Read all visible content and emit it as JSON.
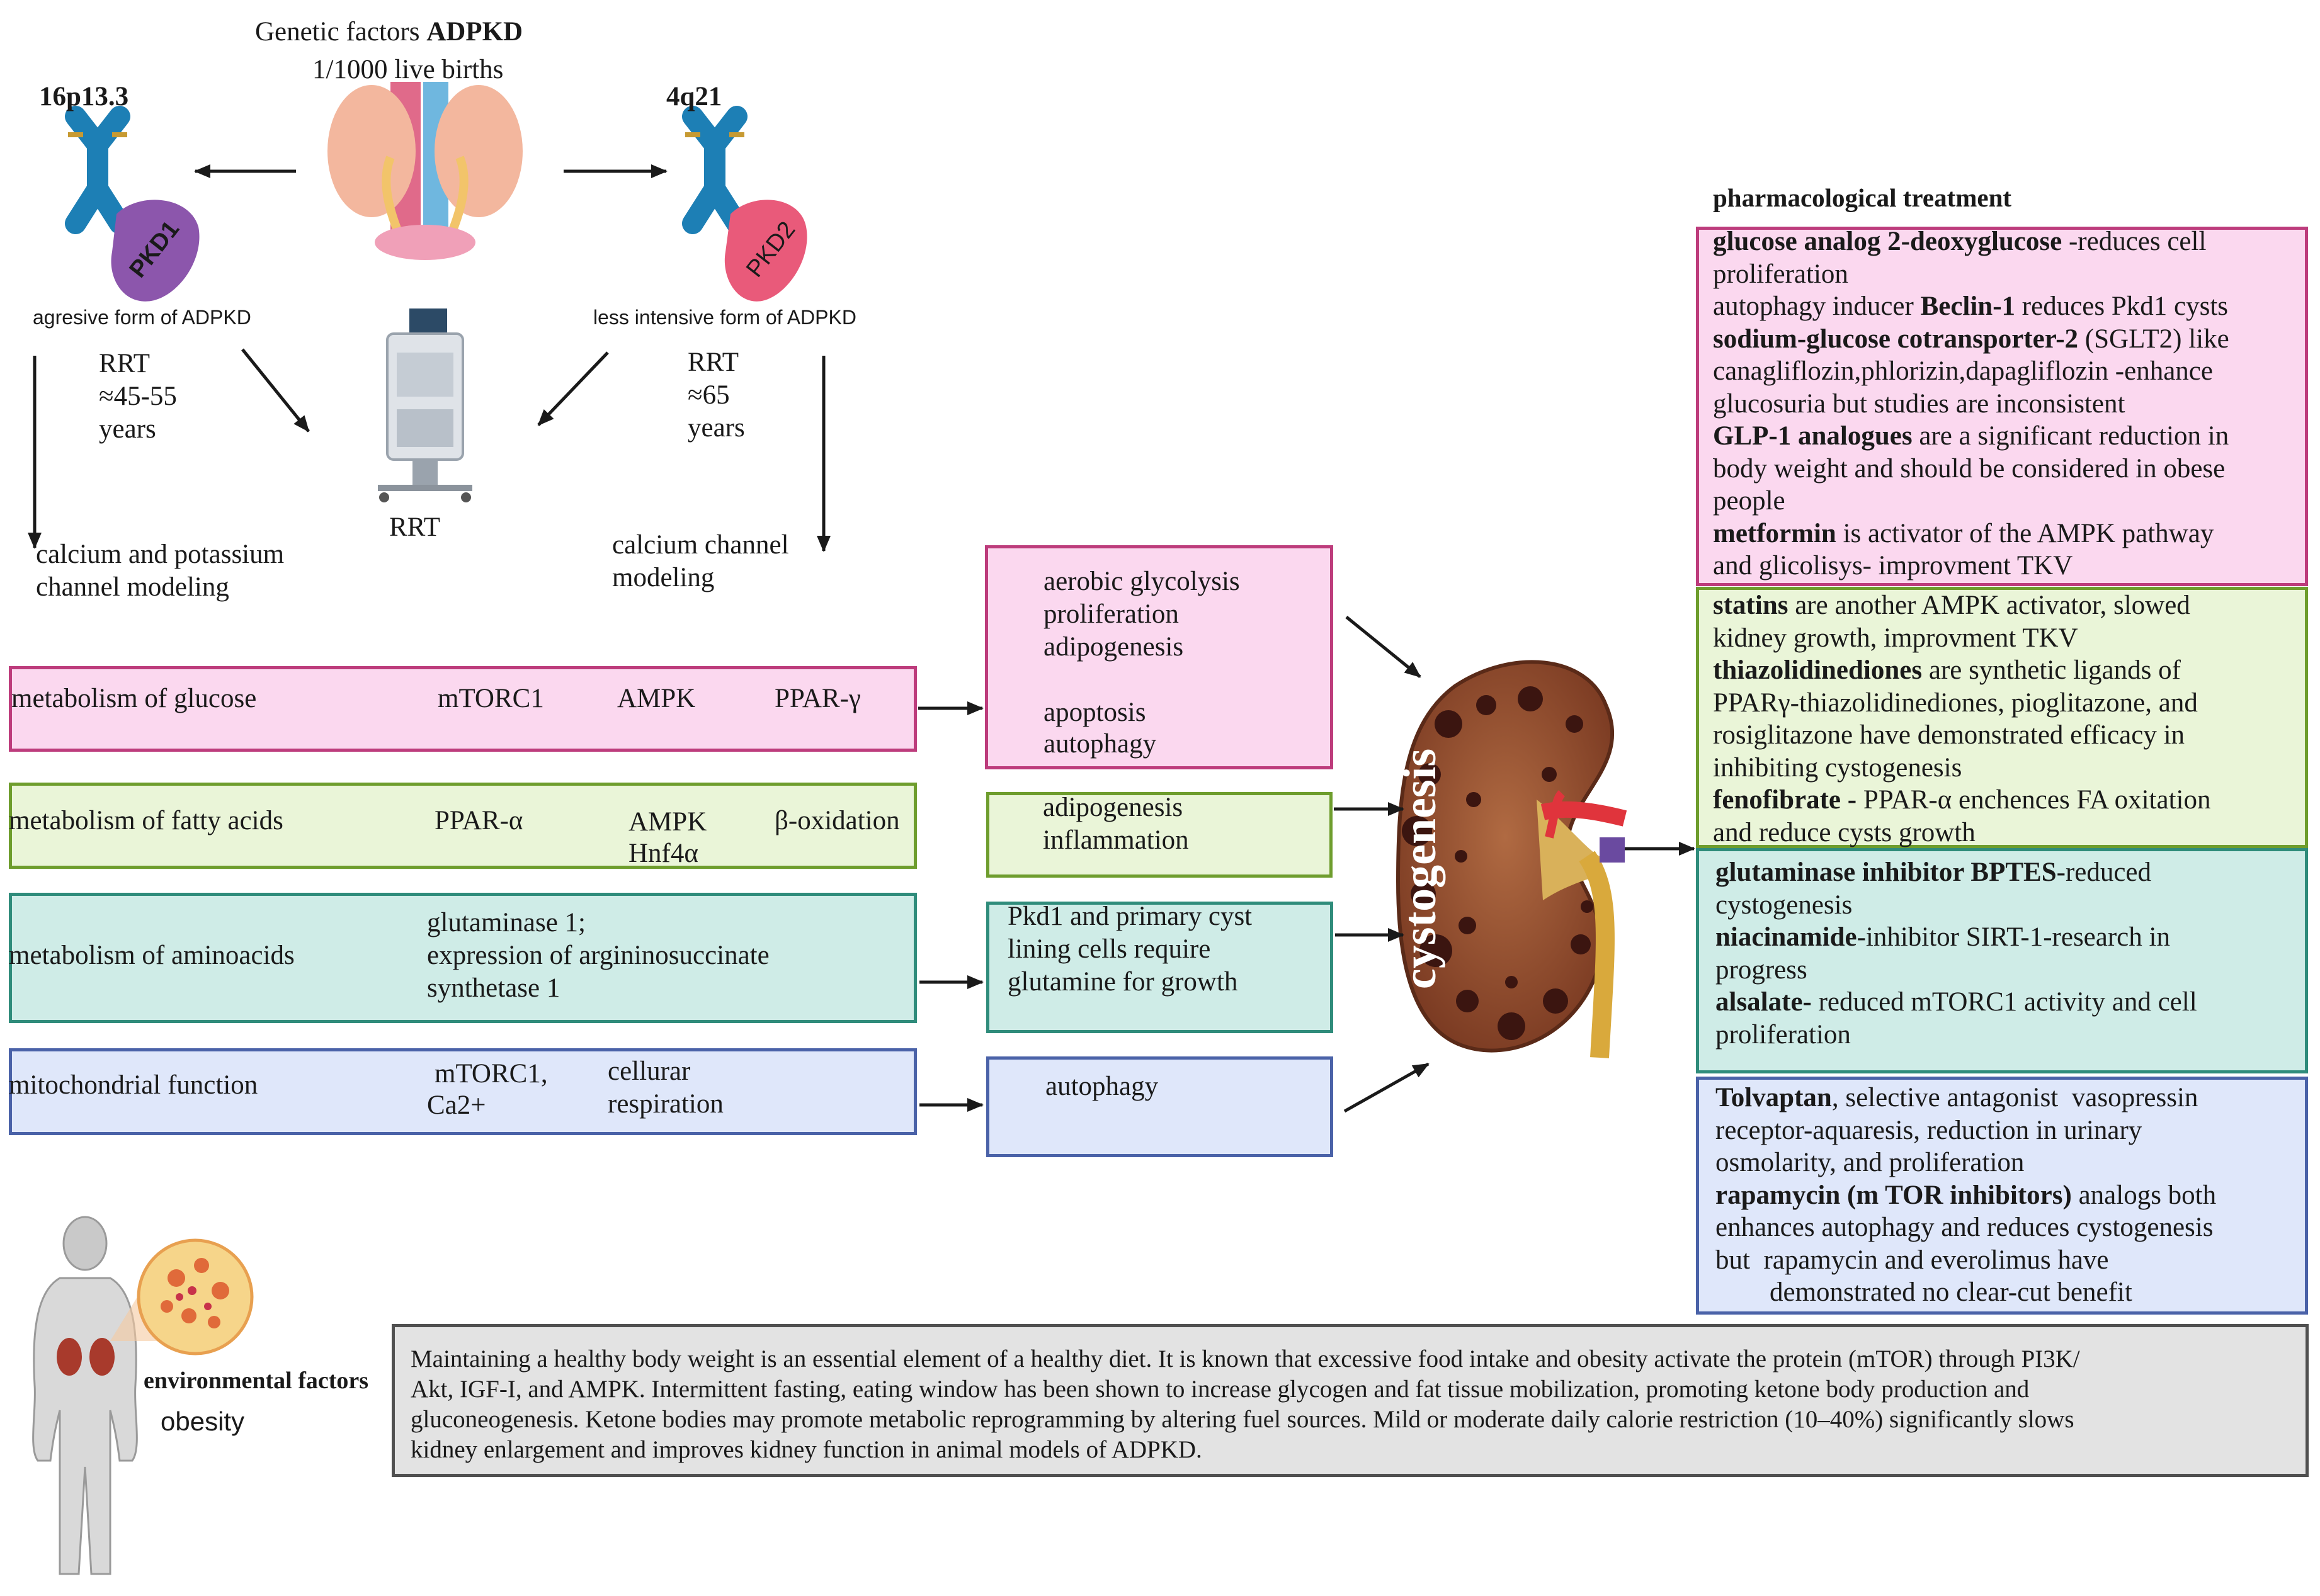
{
  "header": {
    "title_prefix": "Genetic factors ",
    "title_bold": "ADPKD",
    "subtitle": "1/1000 live births"
  },
  "left_branch": {
    "locus": "16p13.3",
    "gene": "PKD1",
    "form": "agresive form of ADPKD",
    "rrt": [
      "RRT",
      "≈45-55",
      "years"
    ],
    "channel": [
      "calcium and potassium",
      "channel modeling"
    ]
  },
  "right_branch": {
    "locus": "4q21",
    "gene": "PKD2",
    "form": "less intensive form of ADPKD",
    "rrt": [
      "RRT",
      "≈65",
      "years"
    ],
    "channel": [
      "calcium channel",
      "modeling"
    ]
  },
  "dialysis_label": "RRT",
  "metabolism": {
    "glucose": {
      "label": "metabolism of glucose",
      "up1": "mTORC1",
      "down": "AMPK",
      "up2": "PPAR-γ"
    },
    "fatty": {
      "label": "metabolism of fatty acids",
      "up1": "PPAR-α",
      "down": [
        "AMPK",
        "Hnf4α"
      ],
      "up2": "β-oxidation"
    },
    "amino": {
      "label": "metabolism of aminoacids",
      "up": "glutaminase 1;",
      "mid": "expression of argininosuccinate",
      "down": "synthetase 1"
    },
    "mito": {
      "label": "mitochondrial function",
      "up": [
        "mTORC1,",
        "Ca2+"
      ],
      "down": [
        "cellurar",
        "respiration"
      ]
    }
  },
  "effects": {
    "glucose_up": [
      "aerobic glycolysis",
      "proliferation",
      "adipogenesis"
    ],
    "glucose_down": [
      "apoptosis",
      "autophagy"
    ],
    "fatty_up": [
      "adipogenesis",
      "inflammation"
    ],
    "amino": [
      "Pkd1 and primary cyst",
      "lining cells  require",
      "glutamine for growth"
    ],
    "mito_down": "autophagy"
  },
  "kidney_label": "cystogenesis",
  "treatment": {
    "heading": "pharmacological treatment",
    "pink": [
      [
        {
          "b": "glucose analog 2-deoxyglucose"
        },
        {
          "t": " -reduces cell"
        }
      ],
      [
        {
          "t": "proliferation"
        }
      ],
      [
        {
          "t": "autophagy inducer "
        },
        {
          "b": "Beclin-1"
        },
        {
          "t": " reduces Pkd1 cysts"
        }
      ],
      [
        {
          "b": "sodium-glucose cotransporter-2"
        },
        {
          "t": " (SGLT2) like"
        }
      ],
      [
        {
          "t": "canagliflozin,phlorizin,dapagliflozin -enhance"
        }
      ],
      [
        {
          "t": "glucosuria but studies are inconsistent"
        }
      ],
      [
        {
          "b": "GLP-1 analogues"
        },
        {
          "t": " are a significant reduction in"
        }
      ],
      [
        {
          "t": "body weight and should be considered in obese"
        }
      ],
      [
        {
          "t": "people"
        }
      ],
      [
        {
          "b": "metformin"
        },
        {
          "t": " is activator of the AMPK pathway"
        }
      ],
      [
        {
          "t": "and glicolisys- improvment TKV"
        }
      ]
    ],
    "green": [
      [
        {
          "b": "statins"
        },
        {
          "t": " are another AMPK activator, slowed"
        }
      ],
      [
        {
          "t": "kidney growth, improvment TKV"
        }
      ],
      [
        {
          "b": "thiazolidinediones"
        },
        {
          "t": " are synthetic ligands of"
        }
      ],
      [
        {
          "t": "PPARγ-thiazolidinediones, pioglitazone, and"
        }
      ],
      [
        {
          "t": "rosiglitazone have demonstrated efficacy in"
        }
      ],
      [
        {
          "t": "inhibiting cystogenesis"
        }
      ],
      [
        {
          "b": "fenofibrate - "
        },
        {
          "t": "PPAR-α enchences FA oxitation"
        }
      ],
      [
        {
          "t": "and reduce cysts growth"
        }
      ]
    ],
    "teal": [
      [
        {
          "b": "glutaminase inhibitor BPTES"
        },
        {
          "t": "-reduced"
        }
      ],
      [
        {
          "t": "cystogenesis"
        }
      ],
      [
        {
          "b": "niacinamide"
        },
        {
          "t": "-inhibitor SIRT-1-research in"
        }
      ],
      [
        {
          "t": "progress"
        }
      ],
      [
        {
          "b": "alsalate-"
        },
        {
          "t": " reduced mTORC1 activity and cell"
        }
      ],
      [
        {
          "t": "proliferation"
        }
      ]
    ],
    "blue": [
      [
        {
          "b": "Tolvaptan"
        },
        {
          "t": ", selective antagonist  vasopressin"
        }
      ],
      [
        {
          "t": "receptor-aquaresis, reduction in urinary"
        }
      ],
      [
        {
          "t": "osmolarity, and proliferation"
        }
      ],
      [
        {
          "b": "rapamycin (m TOR inhibitors)"
        },
        {
          "t": " analogs both"
        }
      ],
      [
        {
          "t": "enhances autophagy and reduces cystogenesis"
        }
      ],
      [
        {
          "t": "but  rapamycin and everolimus have"
        }
      ],
      [
        {
          "t": "        demonstrated no clear-cut benefit"
        }
      ]
    ]
  },
  "environment": {
    "label": "environmental factors",
    "obesity": "obesity",
    "paragraph": [
      "Maintaining a healthy body weight is an essential element of a healthy diet. It is known that excessive food intake and obesity activate the protein (mTOR) through PI3K/",
      "Akt, IGF-I, and AMPK. Intermittent fasting, eating window has been shown to increase glycogen and fat tissue mobilization, promoting ketone body production and",
      "gluconeogenesis. Ketone bodies may promote metabolic reprogramming by altering fuel sources. Mild or moderate daily calorie restriction (10–40%) significantly slows",
      "kidney enlargement and improves kidney function in animal models of ADPKD."
    ]
  },
  "colors": {
    "pink": "#fbd8ef",
    "green": "#eaf5d8",
    "teal": "#cfece7",
    "blue": "#dfe7fa",
    "gray": "#e3e3e3"
  }
}
